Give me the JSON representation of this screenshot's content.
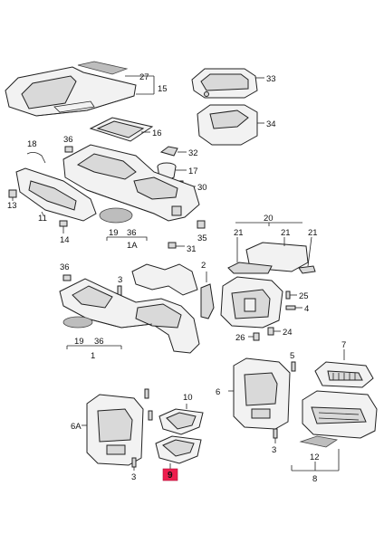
{
  "callouts": {
    "c27": "27",
    "c15": "15",
    "c33": "33",
    "c34": "34",
    "c16": "16",
    "c32": "32",
    "c17": "17",
    "c30": "30",
    "c18": "18",
    "c36a": "36",
    "c13": "13",
    "c11": "11",
    "c19a": "19",
    "c36b": "36",
    "c1a": "1A",
    "c14": "14",
    "c35": "35",
    "c31": "31",
    "c20": "20",
    "c21a": "21",
    "c21b": "21",
    "c21c": "21",
    "c36c": "36",
    "c3a": "3",
    "c2": "2",
    "c25": "25",
    "c4": "4",
    "c26": "26",
    "c24": "24",
    "c19b": "19",
    "c36d": "36",
    "c1": "1",
    "c7": "7",
    "c5": "5",
    "c6": "6",
    "c6a": "6A",
    "c10": "10",
    "c3b": "3",
    "c9": "9",
    "c3c": "3",
    "c12": "12",
    "c8": "8"
  },
  "highlight": {
    "color": "#ee1d4e",
    "part": "9"
  }
}
